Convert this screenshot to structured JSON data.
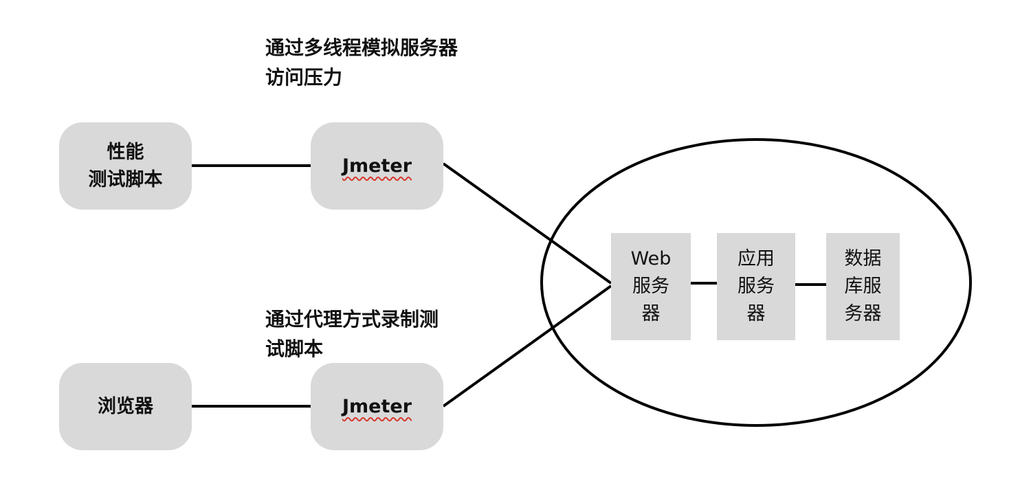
{
  "nodes": {
    "perf_script": {
      "label": "性能\n测试脚本"
    },
    "jmeter_top": {
      "label": "Jmeter"
    },
    "browser": {
      "label": "浏览器"
    },
    "jmeter_bottom": {
      "label": "Jmeter"
    },
    "web_server": {
      "label": "Web\n服务\n器"
    },
    "app_server": {
      "label": "应用\n服务\n器"
    },
    "db_server": {
      "label": "数据\n库服\n务器"
    }
  },
  "notes": {
    "top": "通过多线程模拟服务器\n访问压力",
    "bottom": "通过代理方式录制测\n试脚本"
  },
  "colors": {
    "box_fill": "#d9d9d9",
    "line": "#000000",
    "spellcheck_underline": "#d8382c"
  }
}
